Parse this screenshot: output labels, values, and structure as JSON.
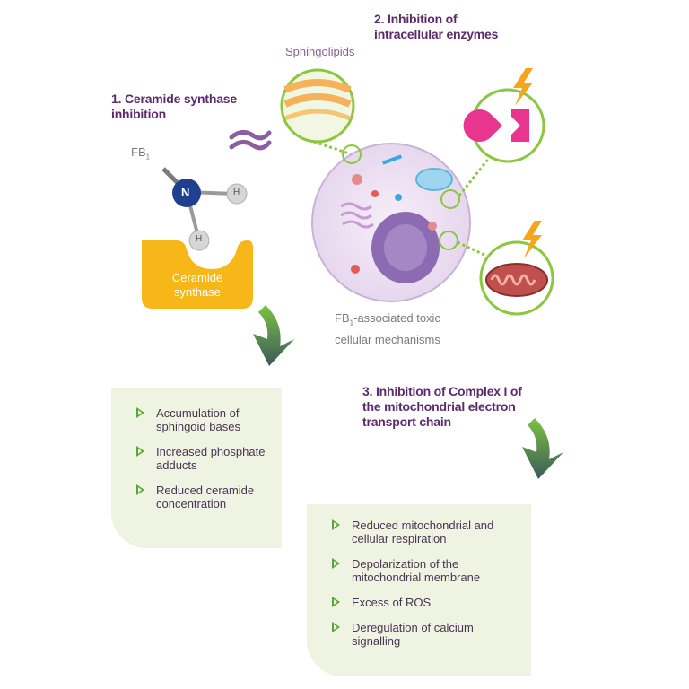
{
  "labels": {
    "step1": "1. Ceramide synthase inhibition",
    "step2": "2. Inhibition of intracellular enzymes",
    "step3": "3. Inhibition of Complex I of the mitochondrial electron transport chain",
    "sphingolipids": "Sphingolipids",
    "fb1": "FB",
    "fb1_sub": "1",
    "atom_n": "N",
    "atom_h": "H",
    "enzyme_line1": "Ceramide",
    "enzyme_line2": "synthase",
    "caption_fb": "FB",
    "caption_sub": "1",
    "caption_rest": "-associated toxic",
    "caption_line2": "cellular mechanisms"
  },
  "panel_left": {
    "items": [
      {
        "line1": "Accumulation of",
        "line2": "sphingoid bases"
      },
      {
        "line1": "Increased phosphate",
        "line2": "adducts"
      },
      {
        "line1": "Reduced ceramide",
        "line2": "concentration"
      }
    ]
  },
  "panel_right": {
    "items": [
      {
        "line1": "Reduced mitochondrial and",
        "line2": "cellular respiration"
      },
      {
        "line1": "Depolarization of the",
        "line2": "mitochondrial membrane"
      },
      {
        "line1": "Excess of ROS",
        "line2": ""
      },
      {
        "line1": "Deregulation of calcium",
        "line2": "signalling"
      }
    ]
  },
  "colors": {
    "heading": "#5b2a6e",
    "panel": "#eef3e2",
    "bullet": "#5aa53a",
    "enzyme": "#f7b718",
    "cell": "#ecdff1",
    "lightning": "#f7a51b",
    "arrow": "#3f8a3a"
  },
  "icons": [
    "lightning-icon",
    "curved-arrow-icon",
    "wavy-lines-icon",
    "triangle-bullet-icon"
  ]
}
